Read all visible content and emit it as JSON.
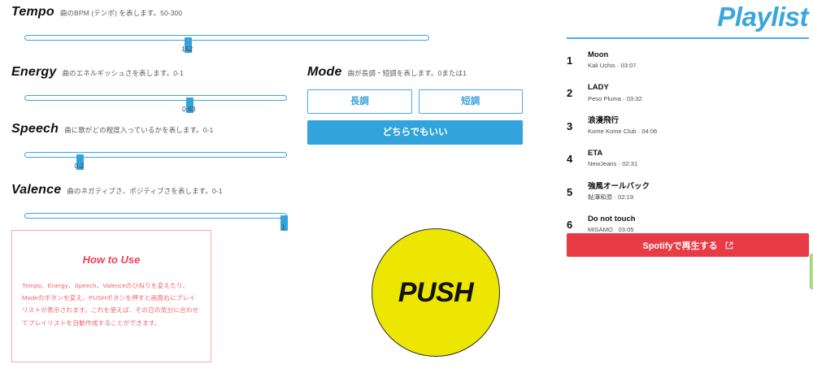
{
  "params": [
    {
      "id": "tempo",
      "title": "Tempo",
      "desc": "曲のBPM (テンポ) を表します。50-300",
      "value": "152",
      "percent": 40
    },
    {
      "id": "energy",
      "title": "Energy",
      "desc": "曲のエネルギッシュさを表します。0-1",
      "value": "0.63",
      "percent": 63
    },
    {
      "id": "speech",
      "title": "Speech",
      "desc": "曲に歌がどの程度入っているかを表します。0-1",
      "value": "0.2",
      "percent": 20
    },
    {
      "id": "valence",
      "title": "Valence",
      "desc": "曲のネガティブさ、ポジティブさを表します。0-1",
      "value": "1",
      "percent": 100
    }
  ],
  "mode": {
    "title": "Mode",
    "desc": "曲が長調・短調を表します。0または1",
    "major_label": "長調",
    "minor_label": "短調",
    "either_label": "どちらでもいい"
  },
  "howto": {
    "title": "How to Use",
    "body": "Tempo、Energy、Speech、Valenceのひねりを変えたり、Modeのボタンを変え、PUSHボタンを押すと画面右にプレイリストが表示されます。これを使えば、その日の気分に合わせてプレイリストを自動作成することができます。"
  },
  "push": {
    "label": "PUSH"
  },
  "playlist": {
    "title": "Playlist",
    "tracks": [
      {
        "num": "1",
        "name": "Moon",
        "meta": "Kali Uchis · 03:07"
      },
      {
        "num": "2",
        "name": "LADY",
        "meta": "Peso Pluma · 03:32"
      },
      {
        "num": "3",
        "name": "浪漫飛行",
        "meta": "Kome Kome Club · 04:06"
      },
      {
        "num": "4",
        "name": "ETA",
        "meta": "NewJeans · 02:31"
      },
      {
        "num": "5",
        "name": "強風オールバック",
        "meta": "鮎澤和原 · 02:19"
      },
      {
        "num": "6",
        "name": "Do not touch",
        "meta": "MISAMO · 03:05"
      }
    ],
    "spotify_button": "Spotifyで再生する"
  },
  "colors": {
    "accent_blue": "#33a3dc",
    "spotify_red": "#e73c46",
    "push_yellow": "#ede600",
    "howto_pink": "#f2606e"
  }
}
